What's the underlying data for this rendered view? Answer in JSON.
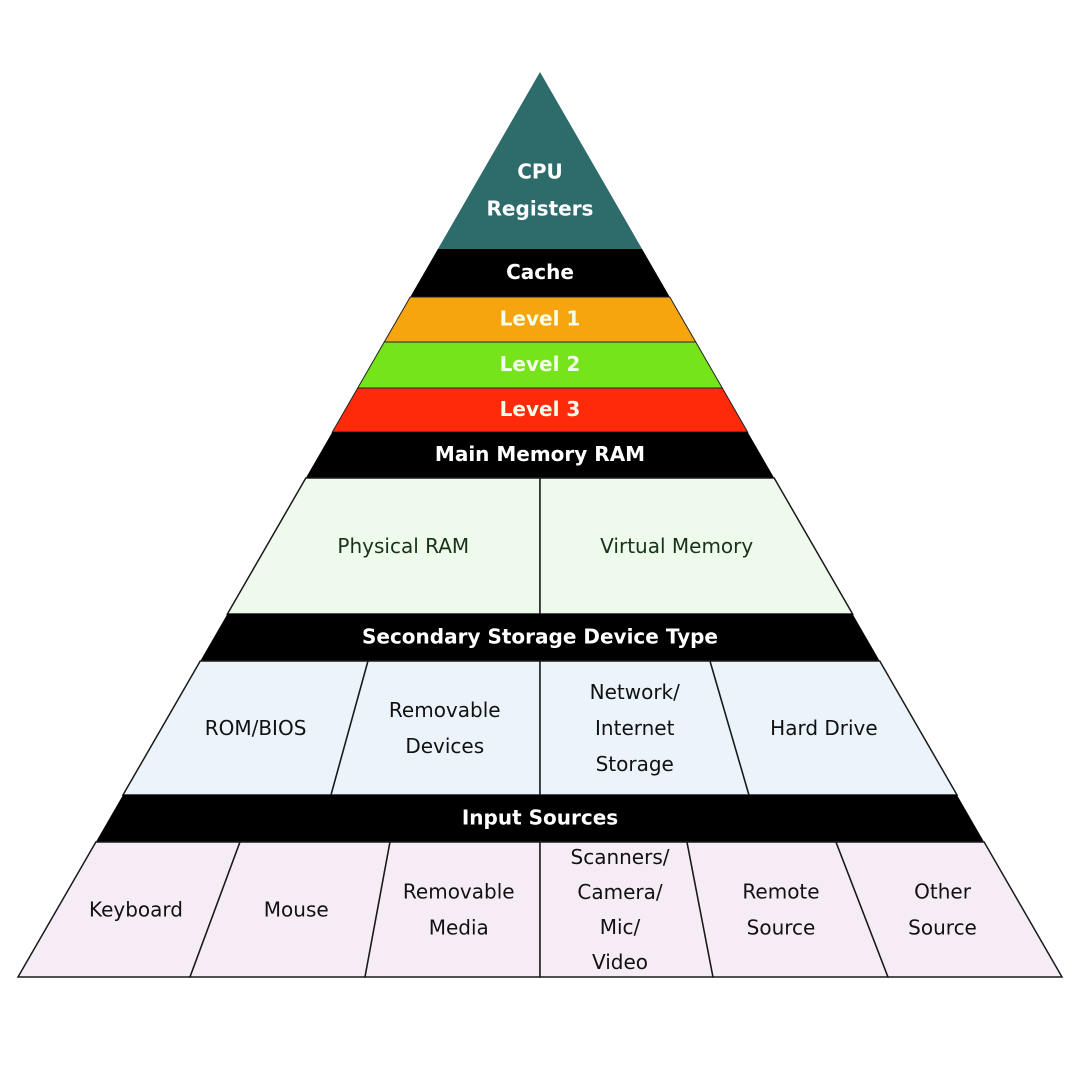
{
  "title": "Memory Hierarchy Pyramid",
  "colors": {
    "apex": "#2e6b6b",
    "header": "#000000",
    "level1": "#f7a50f",
    "level2": "#76e41b",
    "level3": "#ff2a0a",
    "ram_cells": "#eefaeb",
    "storage_cells": "#eaf4fa",
    "input_cells": "#f6ecf6",
    "header_text": "#ffffff",
    "level_text": "#f3ffe9",
    "ram_text": "#17331a",
    "cell_text": "#111111"
  },
  "tiers": [
    {
      "kind": "apex",
      "label": [
        "CPU",
        "Registers"
      ],
      "color_key": "apex",
      "text_key": "header_text"
    },
    {
      "kind": "header",
      "label": [
        "Cache"
      ],
      "color_key": "header",
      "text_key": "header_text"
    },
    {
      "kind": "band",
      "label": [
        "Level 1"
      ],
      "color_key": "level1",
      "text_key": "level_text"
    },
    {
      "kind": "band",
      "label": [
        "Level 2"
      ],
      "color_key": "level2",
      "text_key": "level_text"
    },
    {
      "kind": "band",
      "label": [
        "Level 3"
      ],
      "color_key": "level3",
      "text_key": "level_text"
    },
    {
      "kind": "header",
      "label": [
        "Main Memory RAM"
      ],
      "color_key": "header",
      "text_key": "header_text"
    },
    {
      "kind": "cells",
      "color_key": "ram_cells",
      "text_key": "ram_text",
      "cells": [
        {
          "label": [
            "Physical RAM"
          ]
        },
        {
          "label": [
            "Virtual Memory"
          ]
        }
      ]
    },
    {
      "kind": "header",
      "label": [
        "Secondary Storage Device Type"
      ],
      "color_key": "header",
      "text_key": "header_text"
    },
    {
      "kind": "cells",
      "color_key": "storage_cells",
      "text_key": "cell_text",
      "cells": [
        {
          "label": [
            "ROM/BIOS"
          ]
        },
        {
          "label": [
            "Removable",
            "Devices"
          ]
        },
        {
          "label": [
            "Network/",
            "Internet",
            "Storage"
          ]
        },
        {
          "label": [
            "Hard Drive"
          ]
        }
      ]
    },
    {
      "kind": "header",
      "label": [
        "Input Sources"
      ],
      "color_key": "header",
      "text_key": "header_text"
    },
    {
      "kind": "cells",
      "color_key": "input_cells",
      "text_key": "cell_text",
      "cells": [
        {
          "label": [
            "Keyboard"
          ]
        },
        {
          "label": [
            "Mouse"
          ]
        },
        {
          "label": [
            "Removable",
            "Media"
          ]
        },
        {
          "label": [
            "Scanners/",
            "Camera/",
            "Mic/",
            "Video"
          ]
        },
        {
          "label": [
            "Remote",
            "Source"
          ]
        },
        {
          "label": [
            "Other",
            "Source"
          ]
        }
      ]
    }
  ]
}
